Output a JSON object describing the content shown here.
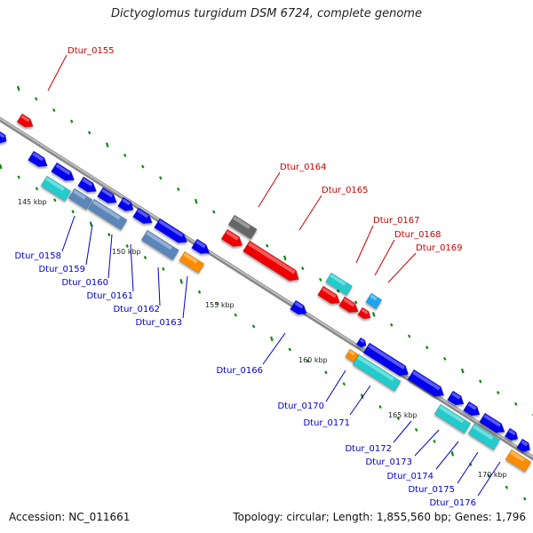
{
  "title": "Dictyoglomus turgidum DSM 6724, complete genome",
  "footer": {
    "accession": "Accession: NC_011661",
    "topology": "Topology: circular; Length: 1,855,560 bp; Genes: 1,796"
  },
  "scale_labels": [
    "145 kbp",
    "150 kbp",
    "155 kbp",
    "160 kbp",
    "165 kbp",
    "170 kbp"
  ],
  "gene_labels_forward": [
    "Dtur_0155",
    "Dtur_0164",
    "Dtur_0165",
    "Dtur_0167",
    "Dtur_0168",
    "Dtur_0169"
  ],
  "gene_labels_reverse": [
    "Dtur_0158",
    "Dtur_0159",
    "Dtur_0160",
    "Dtur_0161",
    "Dtur_0162",
    "Dtur_0163",
    "Dtur_0166",
    "Dtur_0170",
    "Dtur_0171",
    "Dtur_0172",
    "Dtur_0173",
    "Dtur_0174",
    "Dtur_0175",
    "Dtur_0176"
  ],
  "colors": {
    "forward_label": "#cc0000",
    "reverse_label": "#0000cc",
    "backbone": "#999999",
    "tick": "#0a8a0a",
    "blue_gene": "#0000ee",
    "red_gene": "#ee0000",
    "cyan_gene": "#22cccc",
    "steel_gene": "#5a86bb",
    "orange_gene": "#ff8c00",
    "gray_gene": "#666666",
    "skyblue_gene": "#1fa5ee"
  }
}
